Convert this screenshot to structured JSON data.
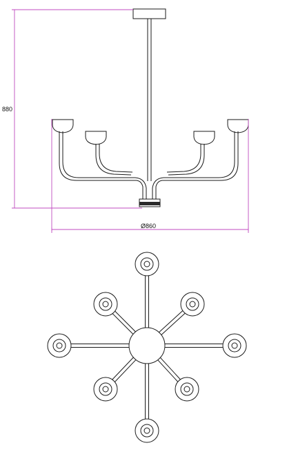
{
  "dimensions": {
    "height_label": "880",
    "diameter_label": "Ø860"
  },
  "colors": {
    "outline": "#1a1a1a",
    "dimension_line": "#c04bc0",
    "background": "#ffffff"
  },
  "views": {
    "side_elevation": {
      "arms": 4,
      "shades": 4
    },
    "top_plan": {
      "arms": 8,
      "shades": 8
    }
  }
}
